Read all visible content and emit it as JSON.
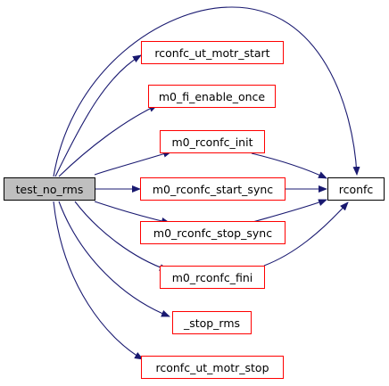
{
  "colors": {
    "edge": "#191970",
    "node_border_default": "#ff0000",
    "node_border_root": "#000000",
    "node_fill_root": "#bfbfbf"
  },
  "nodes": {
    "root": "test_no_rms",
    "ut_motr_start": "rconfc_ut_motr_start",
    "fi_enable_once": "m0_fi_enable_once",
    "rconfc_init": "m0_rconfc_init",
    "rconfc_start_sync": "m0_rconfc_start_sync",
    "rconfc_stop_sync": "m0_rconfc_stop_sync",
    "rconfc_fini": "m0_rconfc_fini",
    "stop_rms": "_stop_rms",
    "ut_motr_stop": "rconfc_ut_motr_stop",
    "rconfc": "rconfc"
  }
}
